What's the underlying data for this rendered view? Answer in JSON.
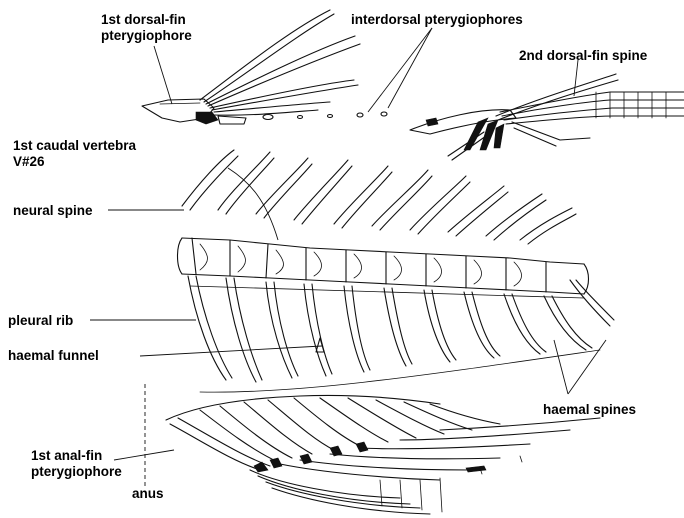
{
  "labels": {
    "first_dorsal_fin_pterygiophore": [
      "1st dorsal-fin",
      "pterygiophore"
    ],
    "interdorsal_pterygiophores": "interdorsal pterygiophores",
    "second_dorsal_fin_spine": "2nd dorsal-fin spine",
    "first_caudal_vertebra": [
      "1st caudal vertebra",
      "V#26"
    ],
    "neural_spine": "neural spine",
    "pleural_rib": "pleural rib",
    "haemal_funnel": "haemal funnel",
    "haemal_spines": "haemal spines",
    "first_anal_fin_pterygiophore": [
      "1st anal-fin",
      "pterygiophore"
    ],
    "anus": "anus"
  }
}
